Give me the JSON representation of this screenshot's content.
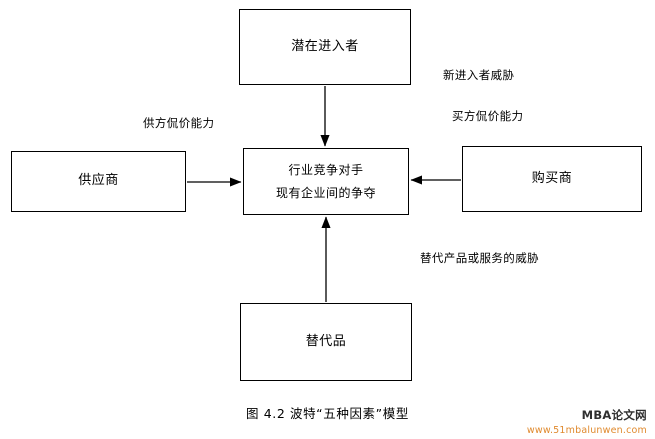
{
  "diagram": {
    "type": "porters-five-forces",
    "boxes": [
      {
        "id": "entrants",
        "line1": "潜在进入者",
        "line2": ""
      },
      {
        "id": "suppliers",
        "line1": "供应商",
        "line2": ""
      },
      {
        "id": "rivalry",
        "line1": "行业竞争对手",
        "line2": "现有企业间的争夺"
      },
      {
        "id": "buyers",
        "line1": "购买商",
        "line2": ""
      },
      {
        "id": "substitutes",
        "line1": "替代品",
        "line2": ""
      }
    ],
    "labels": {
      "supplier_power": "供方侃价能力",
      "new_entrant_threat": "新进入者威胁",
      "buyer_power": "买方侃价能力",
      "substitute_threat": "替代产品或服务的威胁"
    },
    "arrows": [
      {
        "from": "entrants",
        "to": "rivalry",
        "direction": "down"
      },
      {
        "from": "suppliers",
        "to": "rivalry",
        "direction": "right"
      },
      {
        "from": "buyers",
        "to": "rivalry",
        "direction": "left"
      },
      {
        "from": "substitutes",
        "to": "rivalry",
        "direction": "up"
      }
    ],
    "stroke_color": "#000000",
    "background_color": "#ffffff"
  },
  "caption": "图 4.2  波特“五种因素”模型",
  "watermark": {
    "main": "MBA论文网",
    "sub": "www.51mbalunwen.com",
    "main_color": "#2f2f2f",
    "sub_color": "#e08a2e"
  }
}
